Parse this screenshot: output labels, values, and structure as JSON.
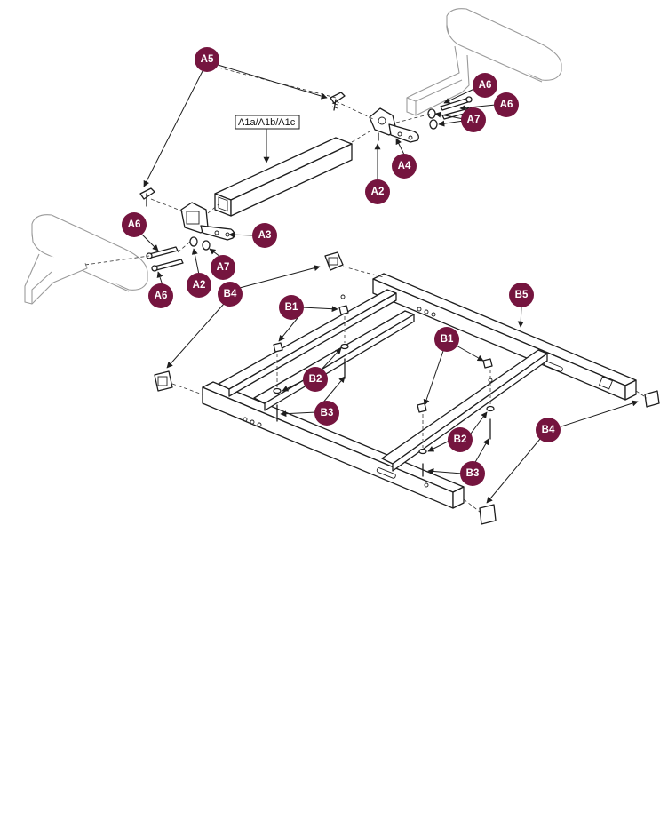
{
  "diagram": {
    "tube_label": "A1a/A1b/A1c",
    "callouts": {
      "a5": "A5",
      "a6_top1": "A6",
      "a6_top2": "A6",
      "a7_top": "A7",
      "a4": "A4",
      "a2_top": "A2",
      "a6_left1": "A6",
      "a3": "A3",
      "a7_left": "A7",
      "a2_left": "A2",
      "a6_left2": "A6",
      "b4_top": "B4",
      "b1_left": "B1",
      "b5": "B5",
      "b1_right": "B1",
      "b2_left": "B2",
      "b3_left": "B3",
      "b2_right": "B2",
      "b3_right": "B3",
      "b4_bottom": "B4"
    },
    "badge_color": "#75153f"
  }
}
